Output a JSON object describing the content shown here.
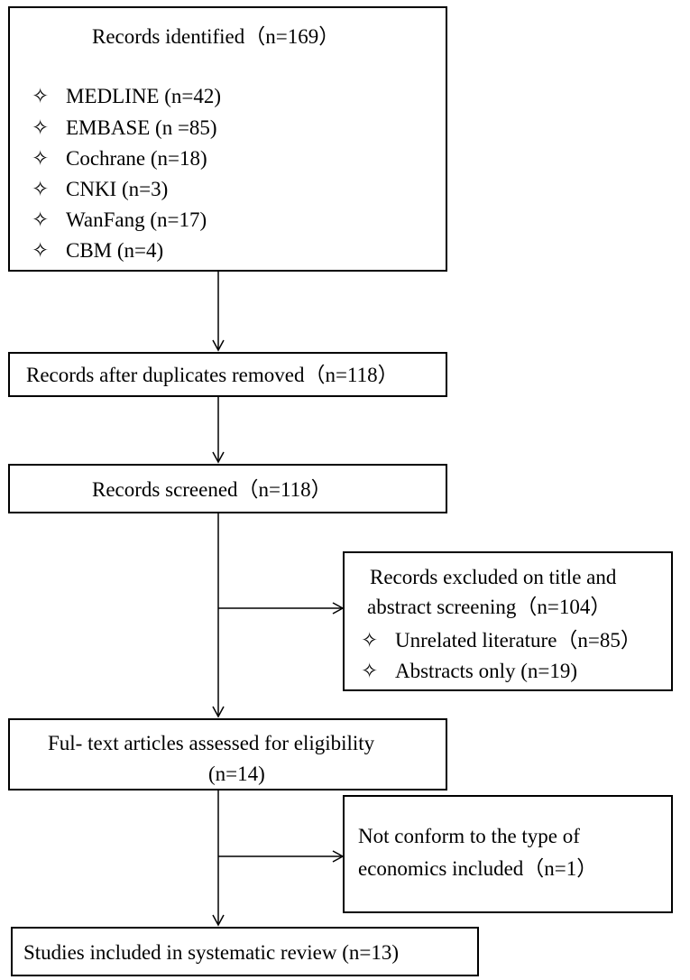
{
  "identified": {
    "title": "Records identified（n=169）",
    "items": [
      "MEDLINE (n=42)",
      "EMBASE (n =85)",
      "Cochrane (n=18)",
      "CNKI (n=3)",
      "WanFang (n=17)",
      "CBM (n=4)"
    ]
  },
  "bullet_symbol": "✧",
  "dedup": {
    "text": "Records after duplicates removed（n=118）"
  },
  "screened": {
    "text": "Records screened（n=118）"
  },
  "excluded": {
    "line1": "Records excluded on title and",
    "line2": "abstract screening（n=104）",
    "items": [
      "Unrelated literature（n=85）",
      "Abstracts only (n=19)"
    ]
  },
  "fulltext": {
    "line1": "Ful- text articles assessed for eligibility",
    "line2": "(n=14)"
  },
  "not_conform": {
    "line1": "Not conform to the type of",
    "line2": "economics included（n=1）"
  },
  "included": {
    "text": "Studies included in systematic review (n=13)"
  }
}
